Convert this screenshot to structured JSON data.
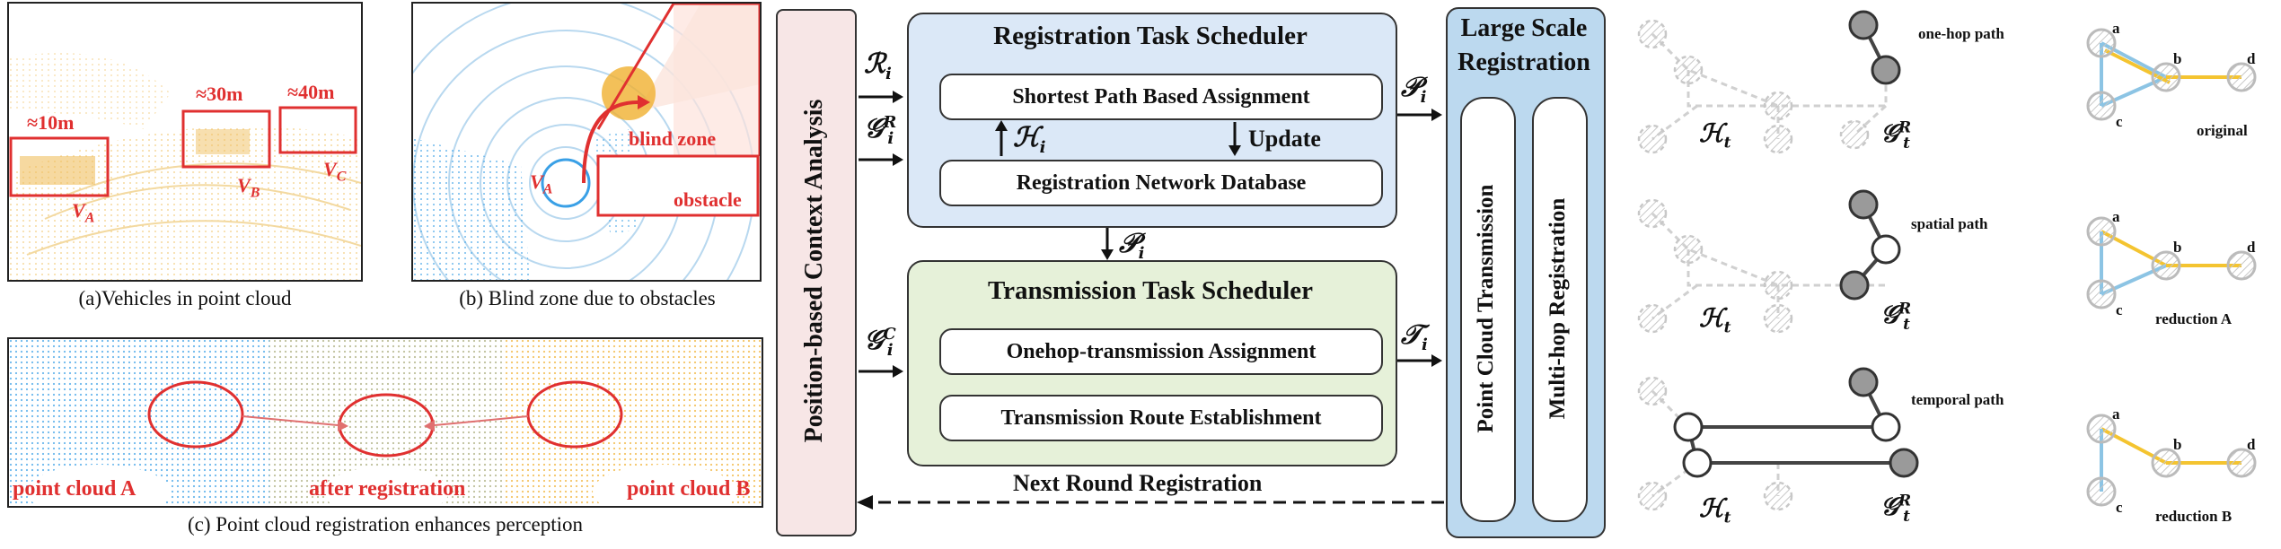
{
  "panel_a": {
    "caption": "(a)Vehicles in point cloud",
    "dist_a": "≈10m",
    "dist_b": "≈30m",
    "dist_c": "≈40m",
    "label_a": "V_A",
    "label_b": "V_B",
    "label_c": "V_C"
  },
  "panel_b": {
    "caption": "(b) Blind zone due to obstacles",
    "blind_zone": "blind zone",
    "obstacle": "obstacle",
    "vehicle": "V_A"
  },
  "panel_c": {
    "caption": "(c) Point cloud registration enhances perception",
    "cloud_a": "point cloud A",
    "after": "after registration",
    "cloud_b": "point cloud B"
  },
  "framework": {
    "context_analysis": "Position-based Context Analysis",
    "reg_scheduler_title": "Registration Task Scheduler",
    "shortest_path": "Shortest Path Based Assignment",
    "update": "Update",
    "reg_network_db": "Registration Network Database",
    "trans_scheduler_title": "Transmission Task Scheduler",
    "onehop_assign": "Onehop-transmission Assignment",
    "route_establish": "Transmission Route Establishment",
    "large_scale_title_1": "Large Scale",
    "large_scale_title_2": "Registration",
    "pc_transmission": "Point Cloud Transmission",
    "multihop_reg": "Multi-hop Registration",
    "next_round": "Next Round Registration",
    "sym_R": "ℛ",
    "sym_G": "𝒢",
    "sym_H": "ℋ",
    "sym_P": "𝒫",
    "sym_T": "𝒯",
    "sub_i": "i",
    "sup_R": "R",
    "sup_C": "C"
  },
  "paths": {
    "onehop": "one-hop path",
    "spatial": "spatial path",
    "temporal": "temporal path",
    "H_sym": "ℋ",
    "H_sub": "t",
    "G_sym": "𝒢",
    "G_sub": "t",
    "G_sup": "R"
  },
  "graphs": {
    "original": "original",
    "reduction_a": "reduction A",
    "reduction_b": "reduction B",
    "node_a": "a",
    "node_b": "b",
    "node_c": "c",
    "node_d": "d"
  },
  "colors": {
    "red": "#e03030",
    "blue_points": "#3aa0e6",
    "orange_points": "#f0b030",
    "reg_box": "#dbe8f7",
    "trans_box": "#e6f1d9",
    "large_box": "#bcd9ef",
    "context_box": "#f7e6e6",
    "edge_blue": "#8cc4e4",
    "edge_yellow": "#f4c430"
  }
}
